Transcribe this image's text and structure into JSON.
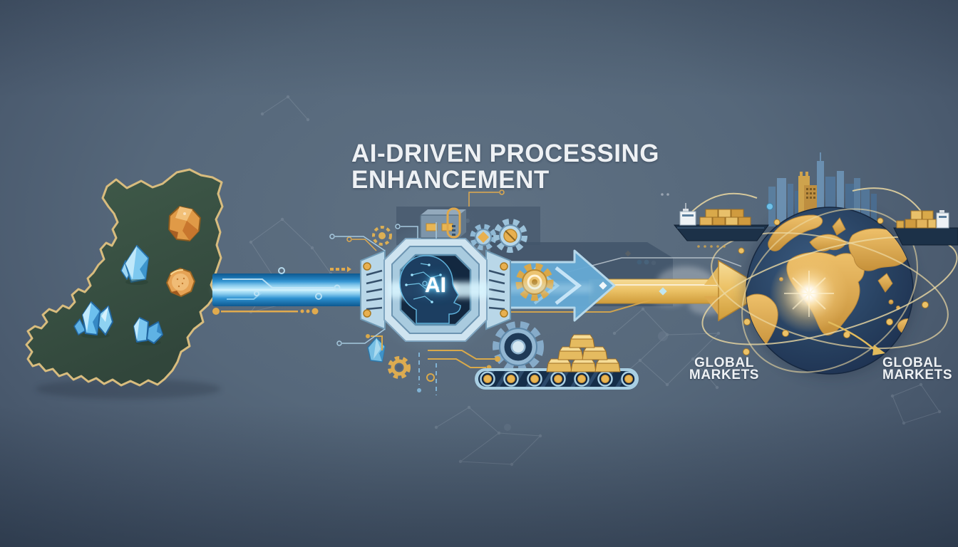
{
  "title": {
    "line1": "AI-DRIVEN PROCESSING",
    "line2": "ENHANCEMENT"
  },
  "ai_chip": {
    "label": "AI"
  },
  "markets": {
    "left": {
      "line1": "GLOBAL",
      "line2": "MARKETS"
    },
    "right": {
      "line1": "GLOBAL",
      "line2": "MARKETS"
    }
  },
  "icons": [
    "mineral-map-icon",
    "crystal-gem-icon",
    "ore-nugget-icon",
    "circuit-pipe-icon",
    "ai-processor-chip-icon",
    "brain-circuit-icon",
    "gear-icon",
    "conveyor-belt-icon",
    "gold-ingot-stack-icon",
    "globe-icon",
    "orbit-path-icon",
    "cargo-ship-icon",
    "city-skyline-icon",
    "flow-arrow-icon"
  ],
  "colors": {
    "background": "#56687b",
    "background_edge": "#3b4a5e",
    "map_fill": "#3a5145",
    "map_outline": "#d8bc7e",
    "crystal_blue": "#6cc4ef",
    "ore_orange": "#e09a47",
    "pipe_blue": "#2f93d2",
    "chip_frame": "#cfe4f0",
    "chip_core": "#132840",
    "accent_gold": "#d9a94a",
    "globe_ocean": "#27405f",
    "globe_land": "#d9a94a",
    "text": "#eef1f4"
  }
}
